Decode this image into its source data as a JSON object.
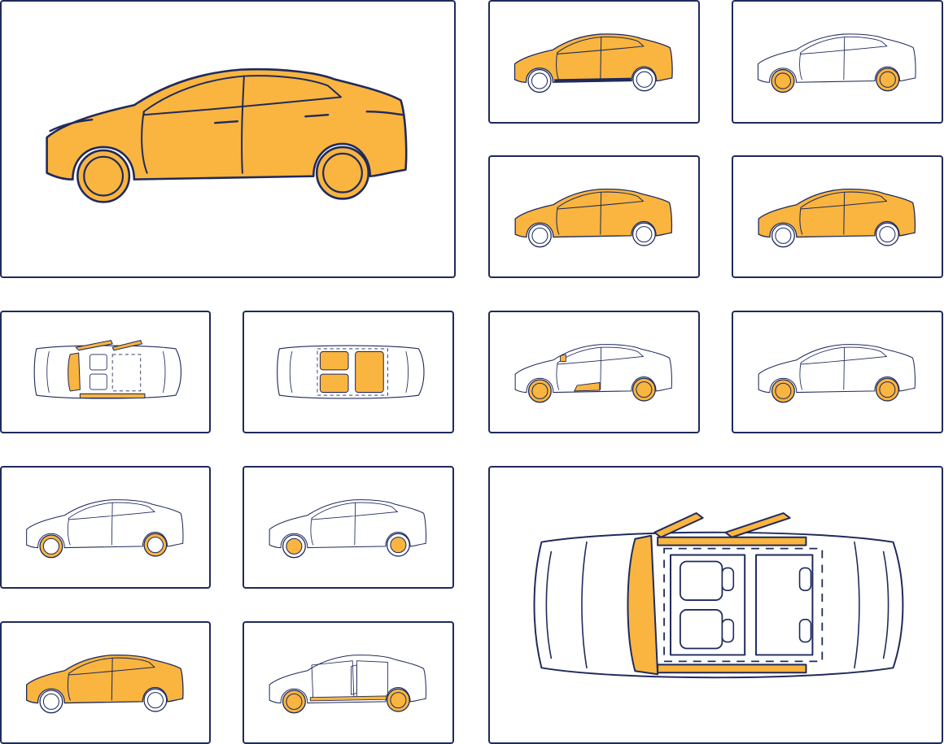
{
  "colors": {
    "highlight": "#f9b53f",
    "outline": "#1f2a5c",
    "background": "#ffffff"
  },
  "tiles": [
    {
      "view": "side",
      "highlight": "whole-body"
    },
    {
      "view": "side",
      "highlight": "body-with-sill"
    },
    {
      "view": "side",
      "highlight": "wheels"
    },
    {
      "view": "side",
      "highlight": "body"
    },
    {
      "view": "side",
      "highlight": "whole-body"
    },
    {
      "view": "top-open",
      "highlight": "door-trims"
    },
    {
      "view": "top-open",
      "highlight": "seats"
    },
    {
      "view": "side",
      "highlight": "wheels-and-door-panel"
    },
    {
      "view": "side",
      "highlight": "wheels"
    },
    {
      "view": "side",
      "highlight": "tires"
    },
    {
      "view": "side",
      "highlight": "rims"
    },
    {
      "view": "top-open",
      "highlight": "front-and-door-trims"
    },
    {
      "view": "side",
      "highlight": "body"
    },
    {
      "view": "side-open",
      "highlight": "wheels-and-sills"
    }
  ]
}
